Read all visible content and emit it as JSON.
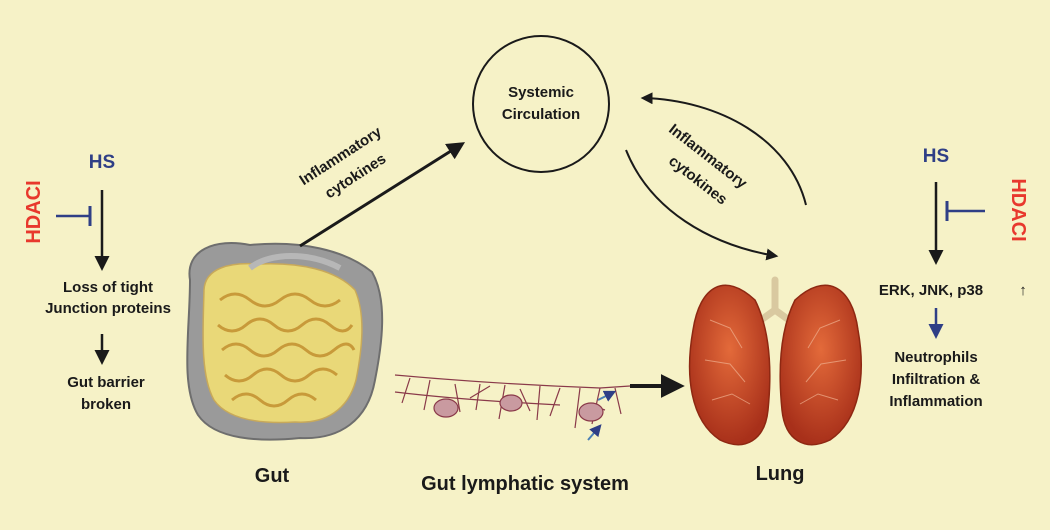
{
  "colors": {
    "background": "#f6f2c7",
    "hs_blue": "#2f3f86",
    "hdaci_red": "#e8382d",
    "arrow": "#1a1a1a",
    "gut_fill": "#e9d878",
    "gut_rim": "#9a9a9a",
    "lung_red": "#c23a1c"
  },
  "left_panel": {
    "hs": "HS",
    "hdaci": "HDACI",
    "loss_line1": "Loss of tight",
    "loss_line2": "Junction proteins",
    "barrier_line1": "Gut barrier",
    "barrier_line2": "broken"
  },
  "center": {
    "circle_line1": "Systemic",
    "circle_line2": "Circulation",
    "cyto_left_line1": "Inflammatory",
    "cyto_left_line2": "cytokines",
    "cyto_right_line1": "Inflammatory",
    "cyto_right_line2": "cytokines"
  },
  "organs": {
    "gut": "Gut",
    "lymph": "Gut lymphatic system",
    "lung": "Lung"
  },
  "right_panel": {
    "hs": "HS",
    "hdaci": "HDACI",
    "kinases": "ERK, JNK, p38",
    "up_arrow": "↑",
    "neut_line1": "Neutrophils",
    "neut_line2": "Infiltration &",
    "neut_line3": "Inflammation"
  }
}
